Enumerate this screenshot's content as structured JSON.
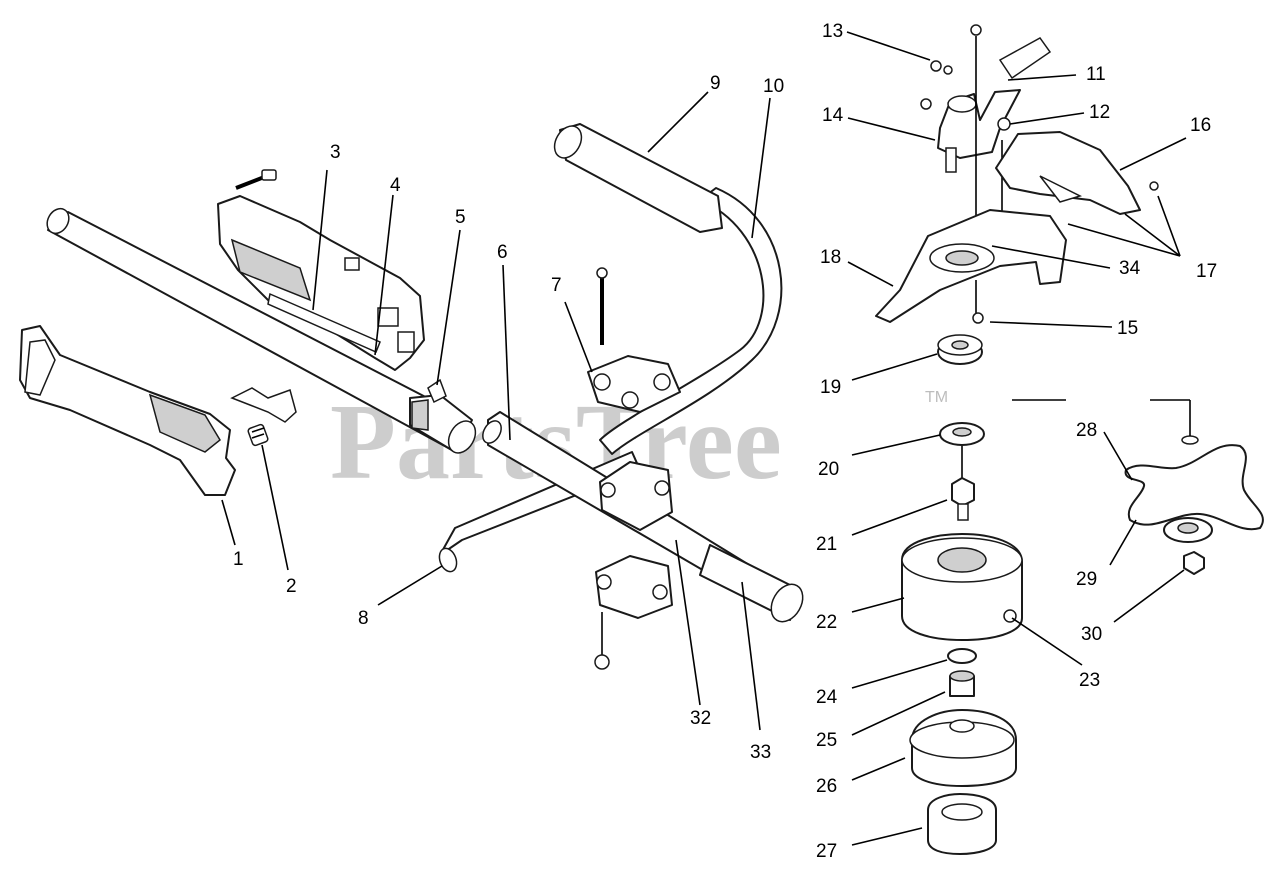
{
  "watermark": {
    "text": "PartsTree",
    "trademark": "TM"
  },
  "callouts": [
    "1",
    "2",
    "3",
    "4",
    "5",
    "6",
    "7",
    "8",
    "9",
    "10",
    "11",
    "12",
    "13",
    "14",
    "15",
    "16",
    "17",
    "18",
    "19",
    "20",
    "21",
    "22",
    "23",
    "24",
    "25",
    "26",
    "27",
    "28",
    "29",
    "30",
    "32",
    "33",
    "34"
  ]
}
